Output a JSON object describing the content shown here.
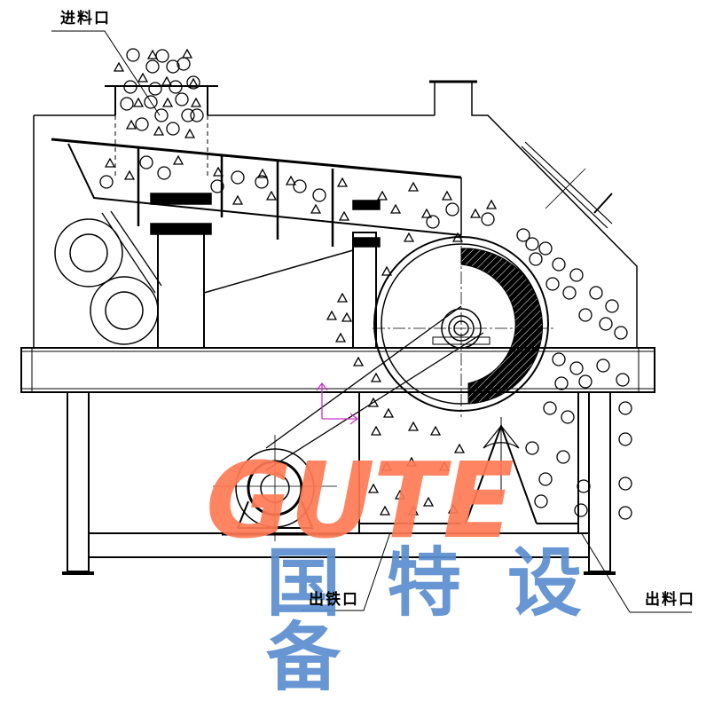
{
  "diagram": {
    "type": "engineering-drawing",
    "subject": "crusher cross-section with feed screen and magnetic drum",
    "labels": {
      "feed_inlet": "进料口",
      "iron_outlet": "出铁口",
      "material_outlet": "出料口"
    },
    "watermark": {
      "latin": "GUTE",
      "chinese": "国特设备",
      "latin_color": "#ff7a55",
      "chinese_color": "#5b8ed0"
    },
    "colors": {
      "line": "#000000",
      "background": "#ffffff",
      "axis_marker": "#cc33cc"
    }
  }
}
